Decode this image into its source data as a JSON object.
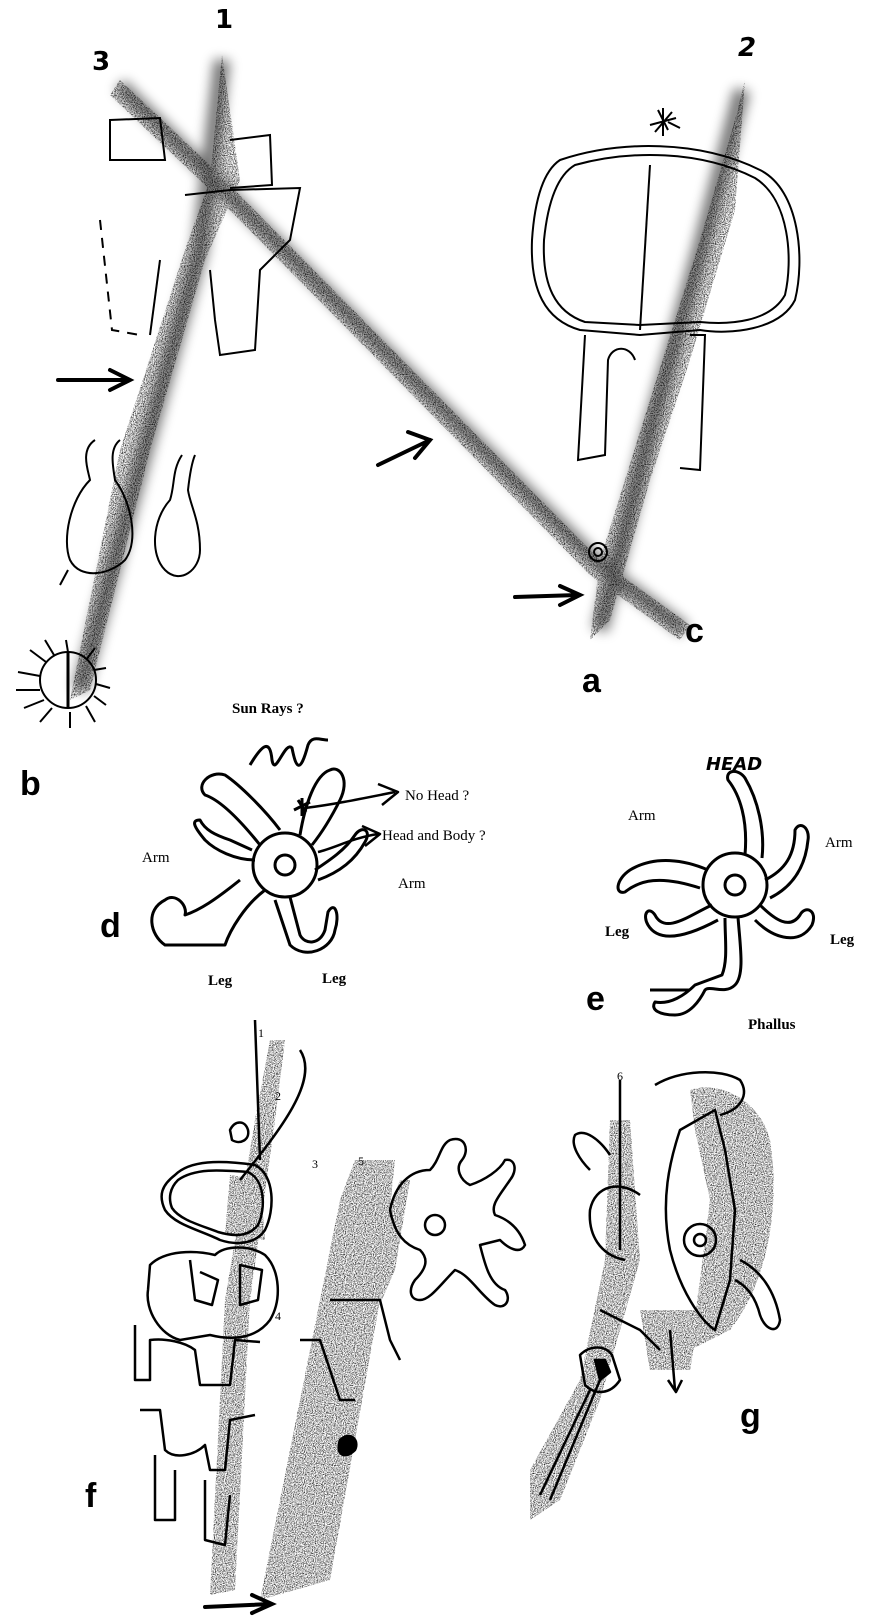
{
  "panel_letters": {
    "a": "a",
    "b": "b",
    "c": "c",
    "d": "d",
    "e": "e",
    "f": "f",
    "g": "g"
  },
  "line_numbers": {
    "one": "1",
    "two": "2",
    "three": "3"
  },
  "panel_d": {
    "sun_rays": "Sun Rays ?",
    "no_head": "No Head ?",
    "head_and_body": "Head and Body ?",
    "arm_left": "Arm",
    "arm_right": "Arm",
    "leg_left": "Leg",
    "leg_right": "Leg"
  },
  "panel_e": {
    "head": "HEAD",
    "arm_left": "Arm",
    "arm_right": "Arm",
    "leg_left": "Leg",
    "leg_right": "Leg",
    "phallus": "Phallus"
  },
  "panel_f": {
    "marks": [
      "1",
      "2",
      "3",
      "4",
      "5"
    ]
  },
  "colors": {
    "ink": "#000000",
    "paper": "#ffffff"
  }
}
